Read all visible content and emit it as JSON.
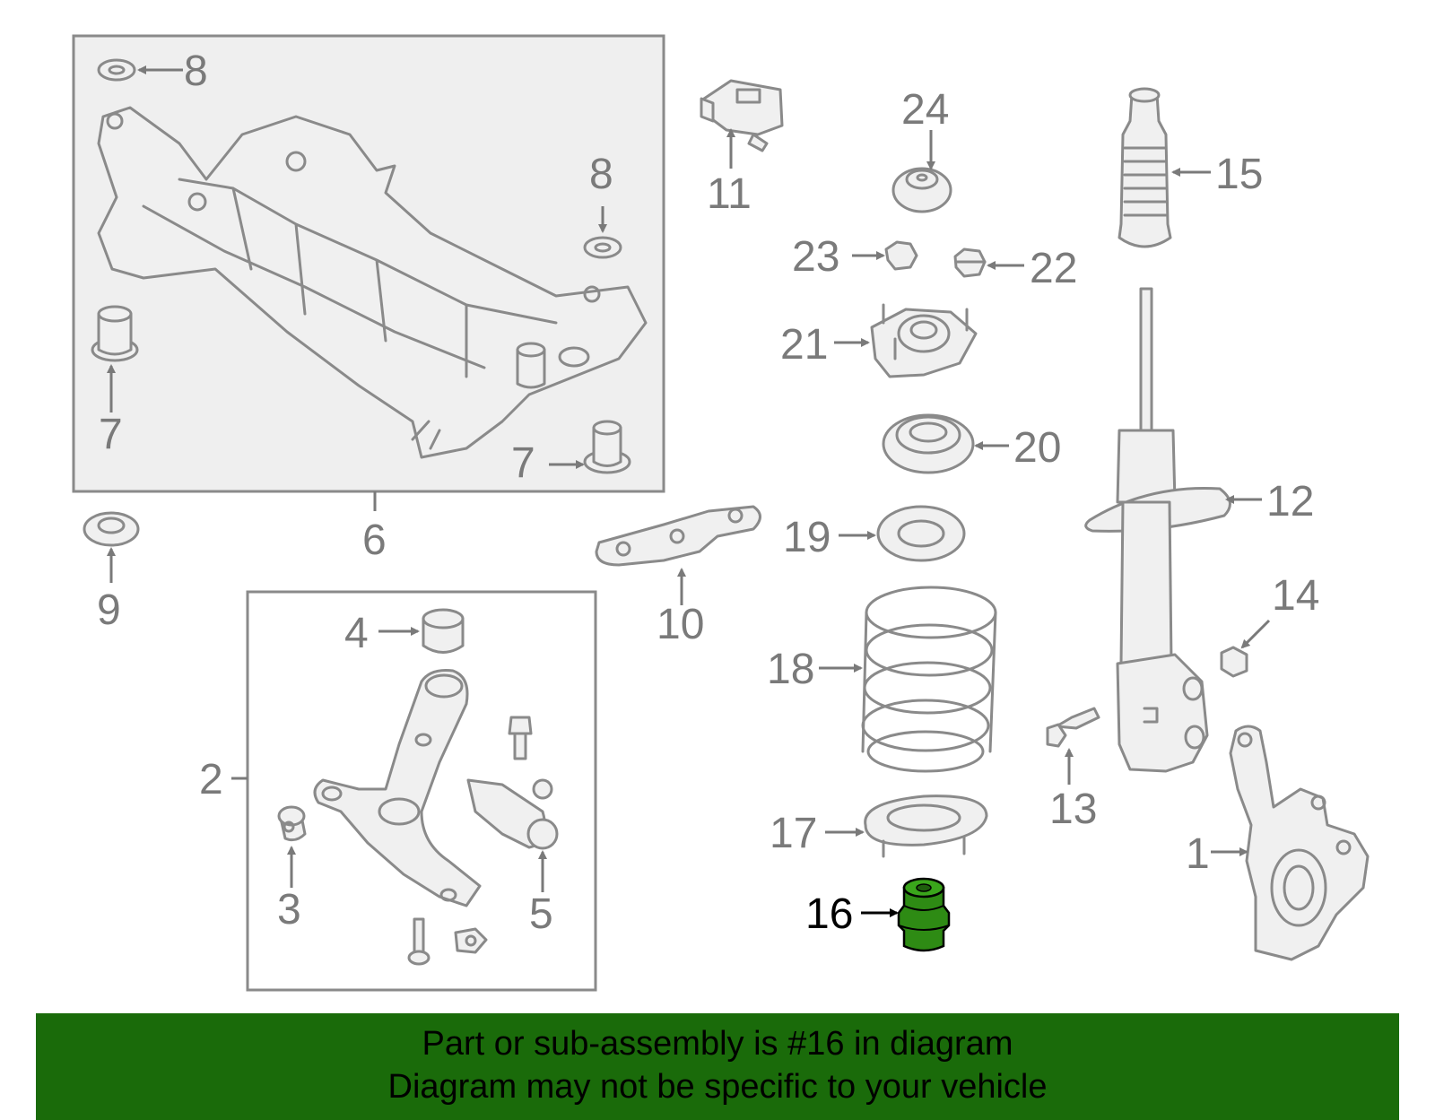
{
  "labels": {
    "p1": "1",
    "p2": "2",
    "p3": "3",
    "p4": "4",
    "p5": "5",
    "p6": "6",
    "p7a": "7",
    "p7b": "7",
    "p8a": "8",
    "p8b": "8",
    "p9": "9",
    "p10": "10",
    "p11": "11",
    "p12": "12",
    "p13": "13",
    "p14": "14",
    "p15": "15",
    "p16": "16",
    "p17": "17",
    "p18": "18",
    "p19": "19",
    "p20": "20",
    "p21": "21",
    "p22": "22",
    "p23": "23",
    "p24": "24"
  },
  "highlight": {
    "part": "16",
    "color": "#2e8b14"
  },
  "banner": {
    "line1": "Part or sub-assembly is #16 in diagram",
    "line2": "Diagram may not be specific to your vehicle",
    "background": "#1a6b0a"
  }
}
